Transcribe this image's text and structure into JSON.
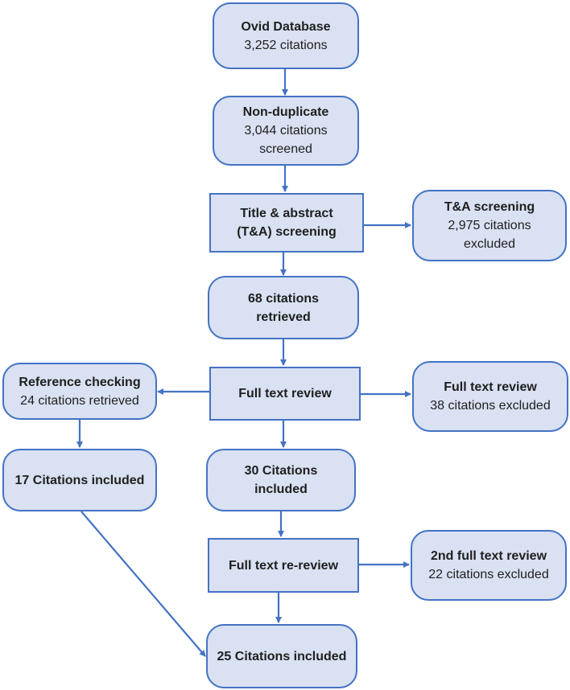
{
  "nodes": {
    "ovid": {
      "title": "Ovid Database",
      "text": "3,252 citations"
    },
    "nondup": {
      "title": "Non-duplicate",
      "text": [
        "3,044 citations",
        "screened"
      ]
    },
    "ta": {
      "title": [
        "Title & abstract",
        "(T&A) screening"
      ]
    },
    "ta_excluded": {
      "title": "T&A screening",
      "text": [
        "2,975 citations",
        "excluded"
      ]
    },
    "retrieved": {
      "title": [
        "68 citations",
        "retrieved"
      ]
    },
    "fulltext": {
      "title": "Full text review"
    },
    "fulltext_excluded": {
      "title": "Full text review",
      "text": "38 citations excluded"
    },
    "refcheck": {
      "title": "Reference checking",
      "text": "24 citations retrieved"
    },
    "included17": {
      "title": "17 Citations included"
    },
    "included30": {
      "title": [
        "30 Citations",
        "included"
      ]
    },
    "rereview": {
      "title": "Full text re-review"
    },
    "rereview_excluded": {
      "title": "2nd full text review",
      "text": "22 citations excluded"
    },
    "included25": {
      "title": "25 Citations included"
    }
  },
  "colors": {
    "box_fill": "#d9e1f2",
    "box_border": "#4472c4",
    "arrow": "#4472c4",
    "text": "#1f1f1f"
  }
}
